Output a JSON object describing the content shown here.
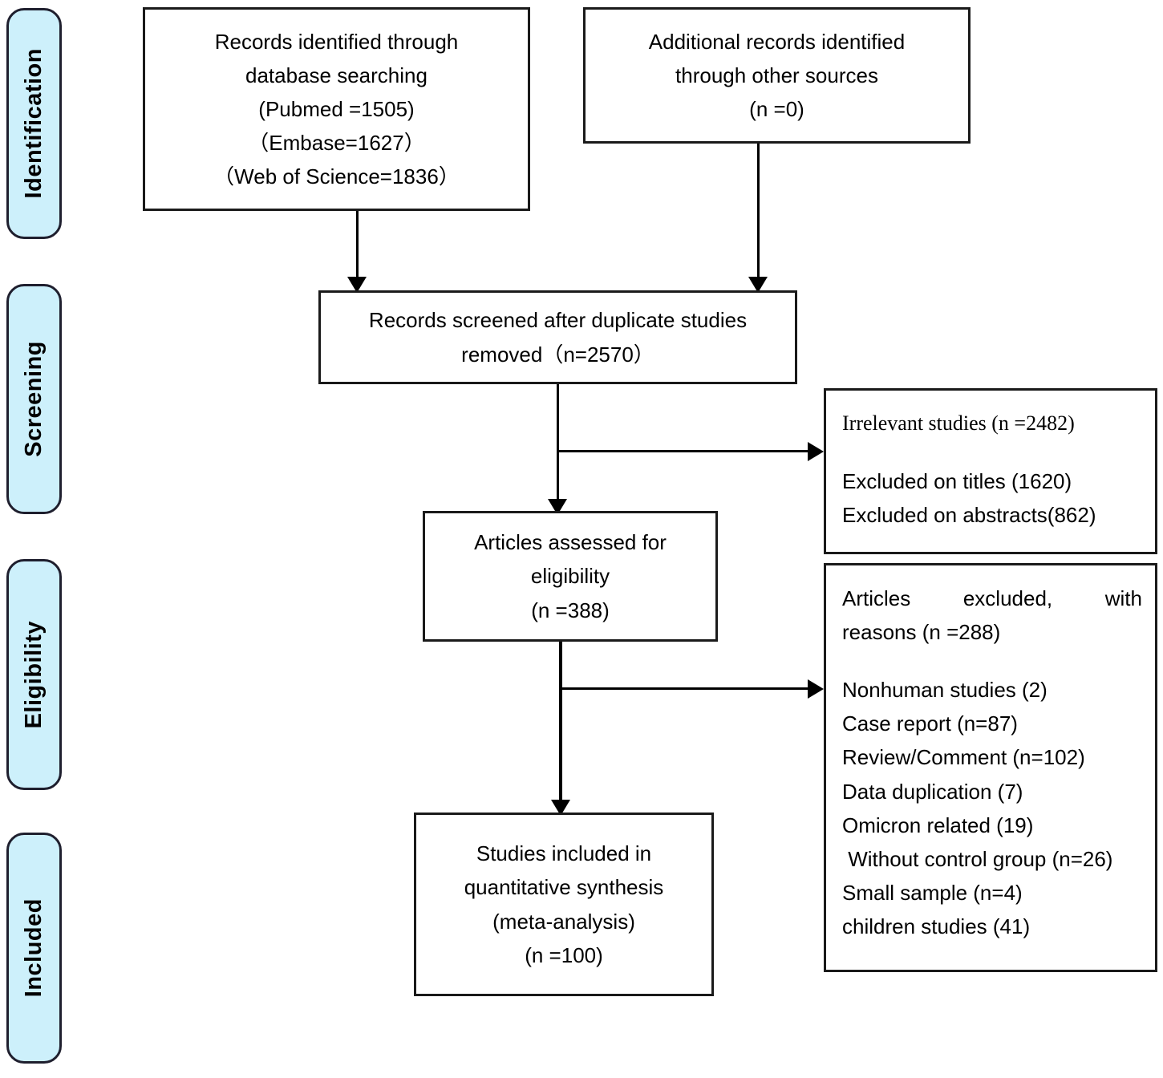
{
  "diagram": {
    "type": "prisma-flow-diagram",
    "accent_color": "#cdf0fb",
    "border_color": "#1a1a1a",
    "stages": [
      {
        "id": "identification",
        "label": "Identification"
      },
      {
        "id": "screening",
        "label": "Screening"
      },
      {
        "id": "eligibility",
        "label": "Eligibility"
      },
      {
        "id": "included",
        "label": "Included"
      }
    ],
    "boxes": {
      "records_database": {
        "lines": [
          "Records identified through",
          "database searching",
          "(Pubmed =1505)",
          "（Embase=1627）",
          "（Web of Science=1836）"
        ]
      },
      "records_other": {
        "lines": [
          "Additional records identified",
          "through other sources",
          "(n =0)"
        ]
      },
      "records_screened": {
        "lines": [
          "Records screened after duplicate studies",
          "removed（n=2570）"
        ]
      },
      "irrelevant_studies": {
        "heading": "Irrelevant studies (n =2482)",
        "lines": [
          "Excluded on titles (1620)",
          "Excluded on abstracts(862)"
        ]
      },
      "articles_assessed": {
        "lines": [
          "Articles assessed for",
          "eligibility",
          "(n =388)"
        ]
      },
      "articles_excluded": {
        "heading_line1": "Articles excluded, with",
        "heading_line2": "reasons (n =288)",
        "reasons": [
          "Nonhuman studies (2)",
          "Case report (n=87)",
          "Review/Comment (n=102)",
          "Data duplication (7)",
          "Omicron related (19)",
          " Without control group (n=26)",
          "Small sample (n=4)",
          "children studies (41)"
        ]
      },
      "studies_included": {
        "lines": [
          "Studies included in",
          "quantitative synthesis",
          "(meta-analysis)",
          "(n =100)"
        ]
      }
    },
    "chart_data": {
      "type": "diagram",
      "title": "PRISMA flow diagram",
      "nodes": [
        {
          "id": "records_database",
          "stage": "Identification",
          "counts": {
            "Pubmed": 1505,
            "Embase": 1627,
            "Web of Science": 1836
          }
        },
        {
          "id": "records_other",
          "stage": "Identification",
          "counts": {
            "n": 0
          }
        },
        {
          "id": "records_screened",
          "stage": "Screening",
          "counts": {
            "n": 2570
          }
        },
        {
          "id": "irrelevant_studies",
          "stage": "Screening",
          "counts": {
            "n": 2482,
            "Excluded on titles": 1620,
            "Excluded on abstracts": 862
          }
        },
        {
          "id": "articles_assessed",
          "stage": "Eligibility",
          "counts": {
            "n": 388
          }
        },
        {
          "id": "articles_excluded",
          "stage": "Eligibility",
          "counts": {
            "n": 288,
            "Nonhuman studies": 2,
            "Case report": 87,
            "Review/Comment": 102,
            "Data duplication": 7,
            "Omicron related": 19,
            "Without control group": 26,
            "Small sample": 4,
            "children studies": 41
          }
        },
        {
          "id": "studies_included",
          "stage": "Included",
          "counts": {
            "n": 100
          }
        }
      ],
      "edges": [
        {
          "from": "records_database",
          "to": "records_screened"
        },
        {
          "from": "records_other",
          "to": "records_screened"
        },
        {
          "from": "records_screened",
          "to": "irrelevant_studies"
        },
        {
          "from": "records_screened",
          "to": "articles_assessed"
        },
        {
          "from": "articles_assessed",
          "to": "articles_excluded"
        },
        {
          "from": "articles_assessed",
          "to": "studies_included"
        }
      ]
    }
  }
}
